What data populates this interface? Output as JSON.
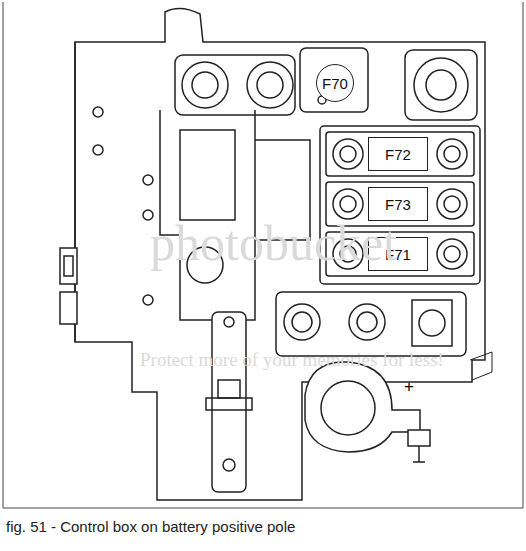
{
  "diagram": {
    "caption": "fig. 51 - Control box on battery positive pole",
    "nodes": [
      {
        "text": [
          "F70"
        ]
      },
      {
        "text": [
          "F72"
        ]
      },
      {
        "text": [
          "F73"
        ]
      },
      {
        "text": [
          "F71"
        ]
      }
    ],
    "labels": [
      "+",
      "photobucket",
      "Protect more of your memories for less!"
    ]
  }
}
